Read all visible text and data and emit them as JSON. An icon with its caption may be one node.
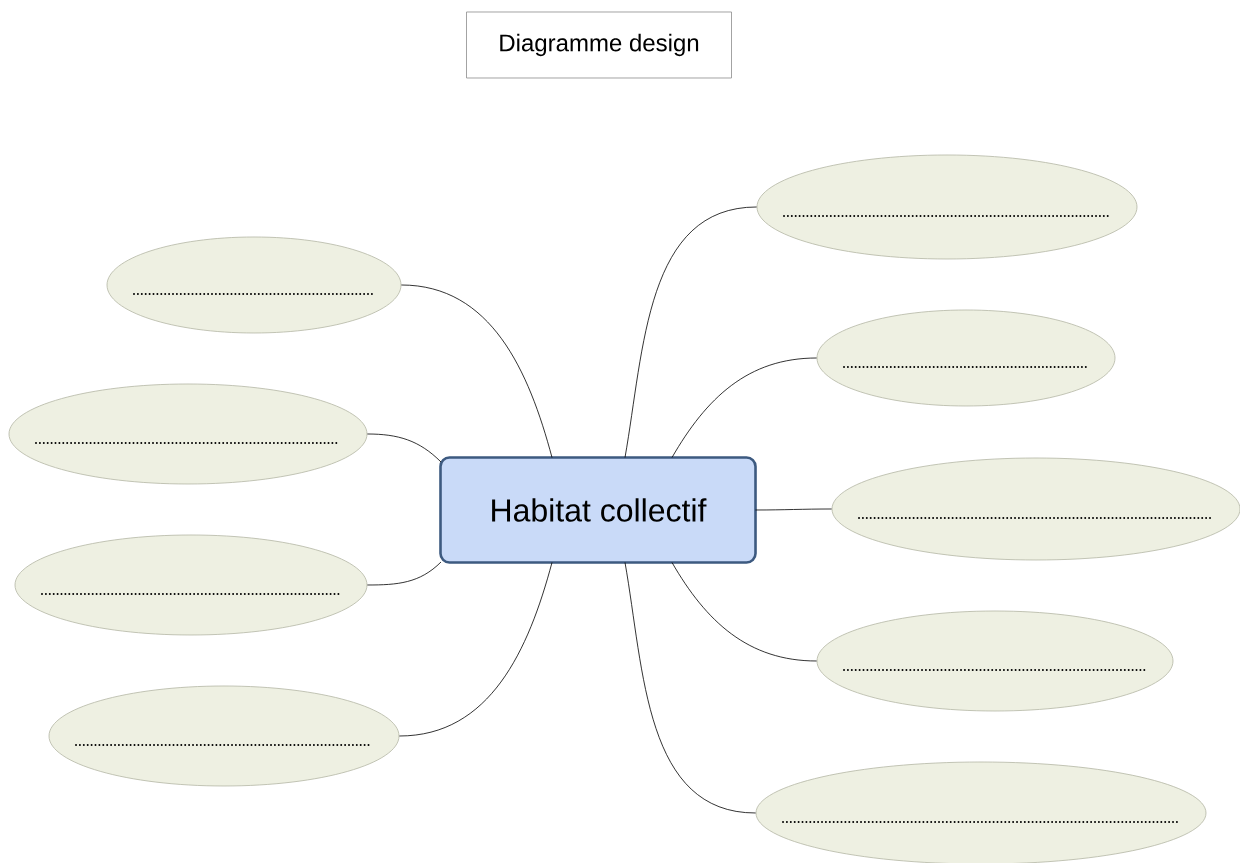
{
  "diagram": {
    "title": "Diagramme design",
    "nodes": [
      {
        "text": [
          "Habitat collectif"
        ]
      },
      {
        "text": [],
        "shape": "ellipse"
      },
      {
        "text": [],
        "shape": "ellipse"
      },
      {
        "text": [],
        "shape": "ellipse"
      },
      {
        "text": [],
        "shape": "ellipse"
      },
      {
        "text": [],
        "shape": "ellipse"
      },
      {
        "text": [],
        "shape": "ellipse"
      },
      {
        "text": [],
        "shape": "ellipse"
      },
      {
        "text": [],
        "shape": "ellipse"
      },
      {
        "text": [],
        "shape": "ellipse"
      }
    ],
    "edges": [
      {
        "from": 0,
        "to": 1,
        "arrow": "none"
      },
      {
        "from": 0,
        "to": 2,
        "arrow": "none"
      },
      {
        "from": 0,
        "to": 3,
        "arrow": "none"
      },
      {
        "from": 0,
        "to": 4,
        "arrow": "none"
      },
      {
        "from": 0,
        "to": 5,
        "arrow": "none"
      },
      {
        "from": 0,
        "to": 6,
        "arrow": "none"
      },
      {
        "from": 0,
        "to": 7,
        "arrow": "none"
      },
      {
        "from": 0,
        "to": 8,
        "arrow": "none"
      },
      {
        "from": 0,
        "to": 9,
        "arrow": "none"
      }
    ]
  }
}
